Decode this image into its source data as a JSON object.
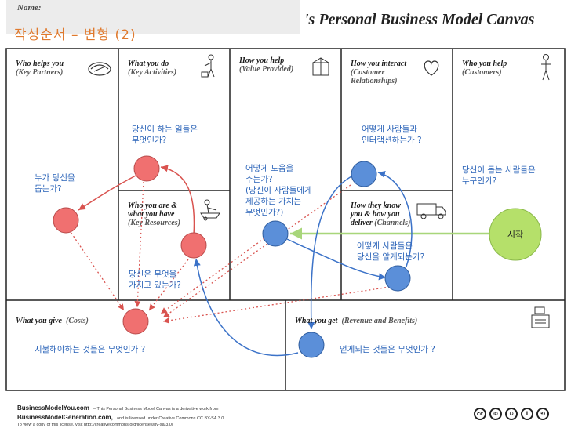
{
  "header": {
    "name_label": "Name:",
    "subtitle": "작성순서 – 변형 (2)",
    "canvas_title": "'s Personal Business Model Canvas"
  },
  "blocks": {
    "key_partners": {
      "title": "Who helps you",
      "sub": "(Key Partners)",
      "icon": "handshake-icon"
    },
    "key_activities": {
      "title": "What you do",
      "sub": "(Key Activities)",
      "icon": "vacuum-worker-icon"
    },
    "value_provided": {
      "title": "How you help",
      "sub": "(Value Provided)",
      "icon": "gift-box-icon"
    },
    "customer_relationships": {
      "title": "How you interact",
      "sub1": "(Customer",
      "sub2": "Relationships)",
      "icon": "heart-hand-icon"
    },
    "customers": {
      "title": "Who you help",
      "sub": "(Customers)",
      "icon": "person-icon"
    },
    "key_resources": {
      "title1": "Who you are &",
      "title2": "what you have",
      "sub": "(Key Resources)",
      "icon": "wheelbarrow-icon"
    },
    "channels": {
      "title1": "How they know",
      "title2": "you & how you",
      "title3": "deliver",
      "sub": "(Channels)",
      "icon": "truck-icon"
    },
    "costs": {
      "title": "What you give",
      "sub": "(Costs)"
    },
    "revenue": {
      "title": "What you get",
      "sub": "(Revenue and Benefits)",
      "icon": "cash-register-icon"
    }
  },
  "notes": {
    "partners": [
      "누가 당신을",
      "돕는가?"
    ],
    "activities": [
      "당신이 하는 일들은",
      "무엇인가?"
    ],
    "value": [
      "어떻게 도움을",
      "주는가?",
      "(당신이 사람들에게",
      "제공하는 가치는",
      "무엇인가?)"
    ],
    "relationships": [
      "어떻게 사람들과",
      "인터랙션하는가 ?"
    ],
    "customers": [
      "당신이 돕는 사람들은",
      "누구인가?"
    ],
    "resources": [
      "당신은 무엇을",
      "가지고 있는가?"
    ],
    "channels": [
      "어떻게 사람들은",
      "당신을 알게되는가?"
    ],
    "costs": "지불해야하는 것들은 무엇인가 ?",
    "revenue": "얻게되는 것들은 무엇인가 ?",
    "start": "시작"
  },
  "colors": {
    "red_node": "#f07070",
    "blue_node": "#5b8fd9",
    "green_node": "#b5e06a",
    "red_line": "#d9534f",
    "blue_line": "#3b72c8",
    "green_line": "#a8d67a",
    "note_text": "#2a63b8"
  },
  "footer": {
    "brand1": "BusinessModelYou.com",
    "line1": "– This Personal Business Model Canvas is a derivative work from",
    "brand2": "BusinessModelGeneration.com,",
    "line2": "and is licensed under Creative Commons CC BY-SA 3.0.",
    "line3": "To view a copy of this license, visit http://creativecommons.org/licenses/by-sa/3.0/",
    "license_icons": [
      "cc-icon",
      "copy-icon",
      "share-icon",
      "attribution-icon",
      "sharealike-icon"
    ],
    "license_glyphs": [
      "cc",
      "©",
      "↻",
      "i",
      "⟲"
    ]
  }
}
